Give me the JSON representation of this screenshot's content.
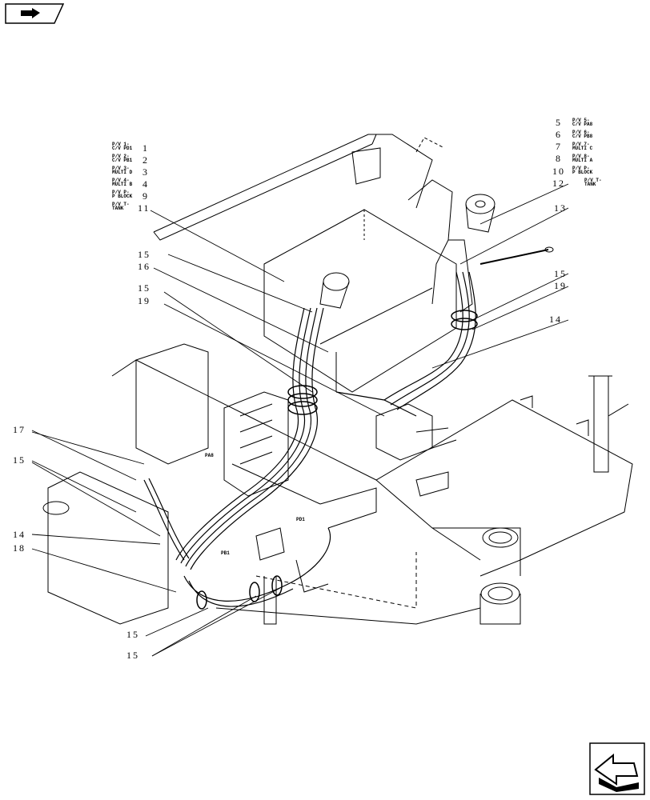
{
  "nav": {
    "top_tab_icon": "hand-pointer-icon",
    "bottom_arrow_icon": "back-arrow-icon"
  },
  "port_labels_left": [
    {
      "label": "P/V 1-\nC/V PD1",
      "num": "1"
    },
    {
      "label": "P/V 2-\nC/V PB1",
      "num": "2"
    },
    {
      "label": "P/V 3-\nMULTI D",
      "num": "3"
    },
    {
      "label": "P/V 4-\nMULTI B",
      "num": "4"
    },
    {
      "label": "P/V P-\nP BLOCK",
      "num": "9"
    },
    {
      "label": "P/V T-\nTANK",
      "num": "11"
    }
  ],
  "port_labels_right": [
    {
      "label": "P/V 5-\nC/V PA8",
      "num": "5"
    },
    {
      "label": "P/V 6-\nC/V PB8",
      "num": "6"
    },
    {
      "label": "P/V 7-\nMULTI C",
      "num": "7"
    },
    {
      "label": "P/V 8-\nMULTI A",
      "num": "8"
    },
    {
      "label": "P/V P-\nP BLOCK",
      "num": "10"
    },
    {
      "label": "P/V T-\nTANK",
      "num": "12"
    }
  ],
  "callouts": {
    "c13": "13",
    "c14_right": "14",
    "c15_a": "15",
    "c16": "16",
    "c15_b": "15",
    "c19_left": "19",
    "c15_right": "15",
    "c19_right": "19",
    "c17": "17",
    "c15_left": "15",
    "c14_left": "14",
    "c18": "18",
    "c15_bottom1": "15",
    "c15_bottom2": "15"
  },
  "component_tags": {
    "pa8": "PA8",
    "pd1": "PD1",
    "pb1": "PB1"
  }
}
